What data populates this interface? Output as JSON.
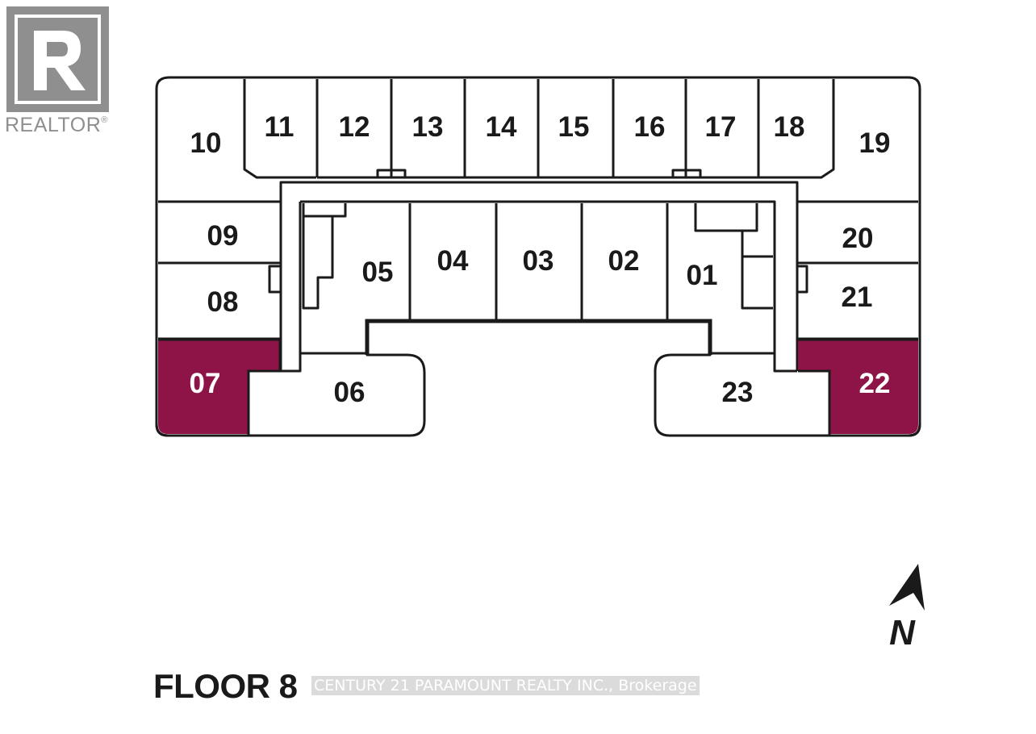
{
  "logo": {
    "name": "REALTOR",
    "mark": "®"
  },
  "floor_title": "FLOOR 8",
  "watermark": "CENTURY 21 PARAMOUNT REALTY INC., Brokerage",
  "north_label": "N",
  "colors": {
    "highlight": "#8e1448",
    "outline": "#1a1a1a",
    "logo_gray": "#8f8f8f"
  },
  "highlighted_units": [
    "07",
    "22"
  ],
  "units": {
    "u01": "01",
    "u02": "02",
    "u03": "03",
    "u04": "04",
    "u05": "05",
    "u06": "06",
    "u07": "07",
    "u08": "08",
    "u09": "09",
    "u10": "10",
    "u11": "11",
    "u12": "12",
    "u13": "13",
    "u14": "14",
    "u15": "15",
    "u16": "16",
    "u17": "17",
    "u18": "18",
    "u19": "19",
    "u20": "20",
    "u21": "21",
    "u22": "22",
    "u23": "23"
  }
}
